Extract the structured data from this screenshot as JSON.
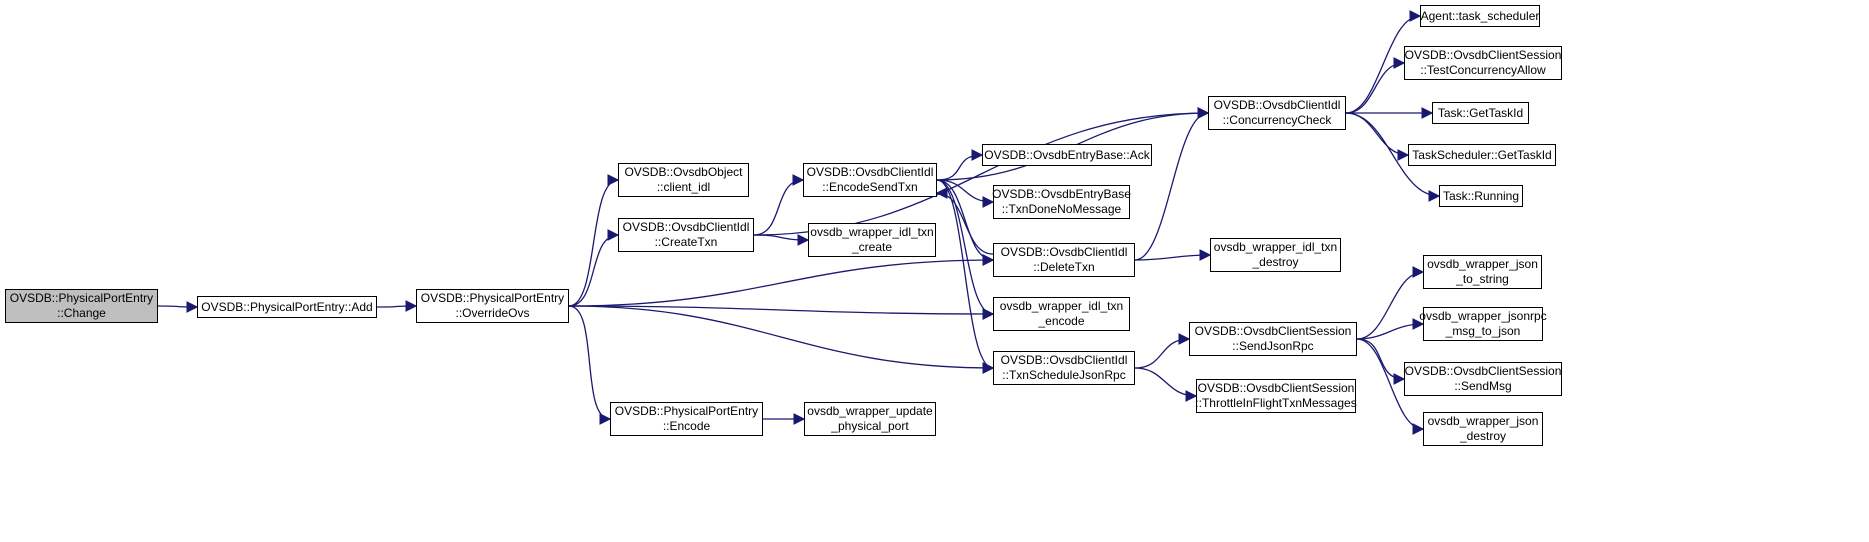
{
  "diagram": {
    "edge_color": "#191970",
    "current_fill": "#bfbfbf",
    "nodes": {
      "change": {
        "lines": [
          "OVSDB::PhysicalPortEntry",
          "::Change"
        ],
        "current": true
      },
      "add": {
        "lines": [
          "OVSDB::PhysicalPortEntry::Add"
        ]
      },
      "overrideovs": {
        "lines": [
          "OVSDB::PhysicalPortEntry",
          "::OverrideOvs"
        ]
      },
      "clientidl": {
        "lines": [
          "OVSDB::OvsdbObject",
          "::client_idl"
        ]
      },
      "createtxn": {
        "lines": [
          "OVSDB::OvsdbClientIdl",
          "::CreateTxn"
        ]
      },
      "encode": {
        "lines": [
          "OVSDB::PhysicalPortEntry",
          "::Encode"
        ]
      },
      "encodesend": {
        "lines": [
          "OVSDB::OvsdbClientIdl",
          "::EncodeSendTxn"
        ]
      },
      "txncreate": {
        "lines": [
          "ovsdb_wrapper_idl_txn",
          "_create"
        ]
      },
      "updateport": {
        "lines": [
          "ovsdb_wrapper_update",
          "_physical_port"
        ]
      },
      "ack": {
        "lines": [
          "OVSDB::OvsdbEntryBase::Ack"
        ]
      },
      "txndone": {
        "lines": [
          "OVSDB::OvsdbEntryBase",
          "::TxnDoneNoMessage"
        ]
      },
      "deletetxn": {
        "lines": [
          "OVSDB::OvsdbClientIdl",
          "::DeleteTxn"
        ]
      },
      "txnencode": {
        "lines": [
          "ovsdb_wrapper_idl_txn",
          "_encode"
        ]
      },
      "txnschedule": {
        "lines": [
          "OVSDB::OvsdbClientIdl",
          "::TxnScheduleJsonRpc"
        ]
      },
      "concurrency": {
        "lines": [
          "OVSDB::OvsdbClientIdl",
          "::ConcurrencyCheck"
        ]
      },
      "txndestroy": {
        "lines": [
          "ovsdb_wrapper_idl_txn",
          "_destroy"
        ]
      },
      "sendjsonrpc": {
        "lines": [
          "OVSDB::OvsdbClientSession",
          "::SendJsonRpc"
        ]
      },
      "throttle": {
        "lines": [
          "OVSDB::OvsdbClientSession",
          "::ThrottleInFlightTxnMessages"
        ]
      },
      "taskscheduler": {
        "lines": [
          "Agent::task_scheduler"
        ]
      },
      "testconc": {
        "lines": [
          "OVSDB::OvsdbClientSession",
          "::TestConcurrencyAllow"
        ]
      },
      "gettaskid": {
        "lines": [
          "Task::GetTaskId"
        ]
      },
      "tsgettaskid": {
        "lines": [
          "TaskScheduler::GetTaskId"
        ]
      },
      "running": {
        "lines": [
          "Task::Running"
        ]
      },
      "jsontostring": {
        "lines": [
          "ovsdb_wrapper_json",
          "_to_string"
        ]
      },
      "rpcmsgtojson": {
        "lines": [
          "ovsdb_wrapper_jsonrpc",
          "_msg_to_json"
        ]
      },
      "sendmsg": {
        "lines": [
          "OVSDB::OvsdbClientSession",
          "::SendMsg"
        ]
      },
      "jsondestroy": {
        "lines": [
          "ovsdb_wrapper_json",
          "_destroy"
        ]
      }
    },
    "edges": [
      [
        "change",
        "add"
      ],
      [
        "add",
        "overrideovs"
      ],
      [
        "overrideovs",
        "clientidl"
      ],
      [
        "overrideovs",
        "createtxn"
      ],
      [
        "overrideovs",
        "deletetxn"
      ],
      [
        "overrideovs",
        "txnencode"
      ],
      [
        "overrideovs",
        "txnschedule"
      ],
      [
        "overrideovs",
        "encode"
      ],
      [
        "createtxn",
        "encodesend"
      ],
      [
        "createtxn",
        "txncreate"
      ],
      [
        "createtxn",
        "concurrency"
      ],
      [
        "encodesend",
        "concurrency"
      ],
      [
        "encodesend",
        "ack"
      ],
      [
        "encodesend",
        "txndone"
      ],
      [
        "encodesend",
        "deletetxn"
      ],
      [
        "encodesend",
        "txnencode"
      ],
      [
        "encodesend",
        "txnschedule"
      ],
      [
        "deletetxn",
        "encodesend"
      ],
      [
        "deletetxn",
        "concurrency"
      ],
      [
        "deletetxn",
        "txndestroy"
      ],
      [
        "txnschedule",
        "sendjsonrpc"
      ],
      [
        "txnschedule",
        "throttle"
      ],
      [
        "encode",
        "updateport"
      ],
      [
        "concurrency",
        "taskscheduler"
      ],
      [
        "concurrency",
        "testconc"
      ],
      [
        "concurrency",
        "gettaskid"
      ],
      [
        "concurrency",
        "tsgettaskid"
      ],
      [
        "concurrency",
        "running"
      ],
      [
        "sendjsonrpc",
        "jsontostring"
      ],
      [
        "sendjsonrpc",
        "rpcmsgtojson"
      ],
      [
        "sendjsonrpc",
        "sendmsg"
      ],
      [
        "sendjsonrpc",
        "jsondestroy"
      ]
    ]
  }
}
